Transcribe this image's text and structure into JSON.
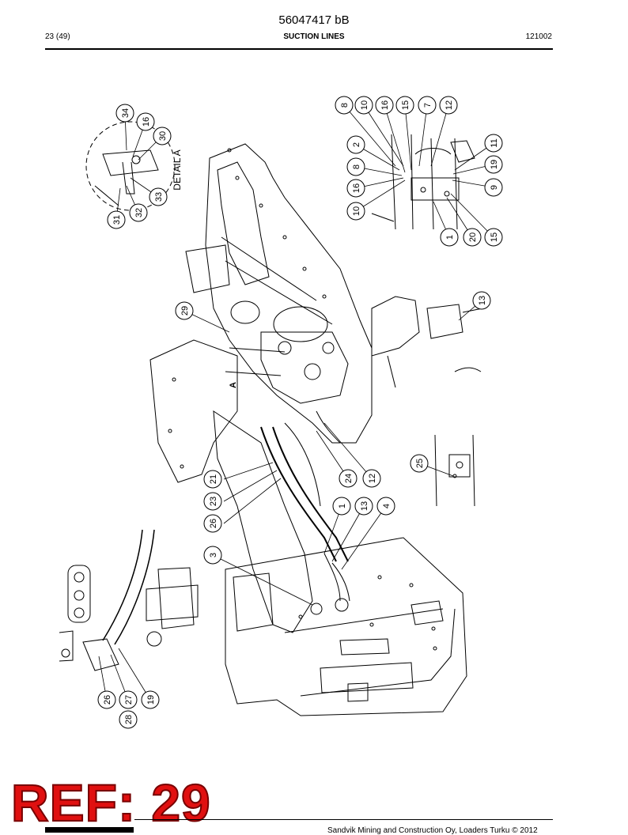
{
  "header": {
    "doc_number": "56047417 bB",
    "page": "23 (49)",
    "title": "SUCTION LINES",
    "code": "121002"
  },
  "drawing": {
    "detail_label": "DETAIL A",
    "view_marker": "A",
    "callouts": [
      "34",
      "16",
      "30",
      "33",
      "32",
      "31",
      "8",
      "10",
      "16",
      "15",
      "7",
      "12",
      "2",
      "8",
      "16",
      "10",
      "11",
      "19",
      "9",
      "1",
      "20",
      "15",
      "13",
      "29",
      "25",
      "21",
      "23",
      "26",
      "24",
      "12",
      "1",
      "13",
      "4",
      "3",
      "26",
      "27",
      "28",
      "19"
    ]
  },
  "stamp": {
    "ref": "REF: 29"
  },
  "footer": {
    "copyright": "Sandvik Mining and Construction Oy, Loaders Turku © 2012"
  }
}
